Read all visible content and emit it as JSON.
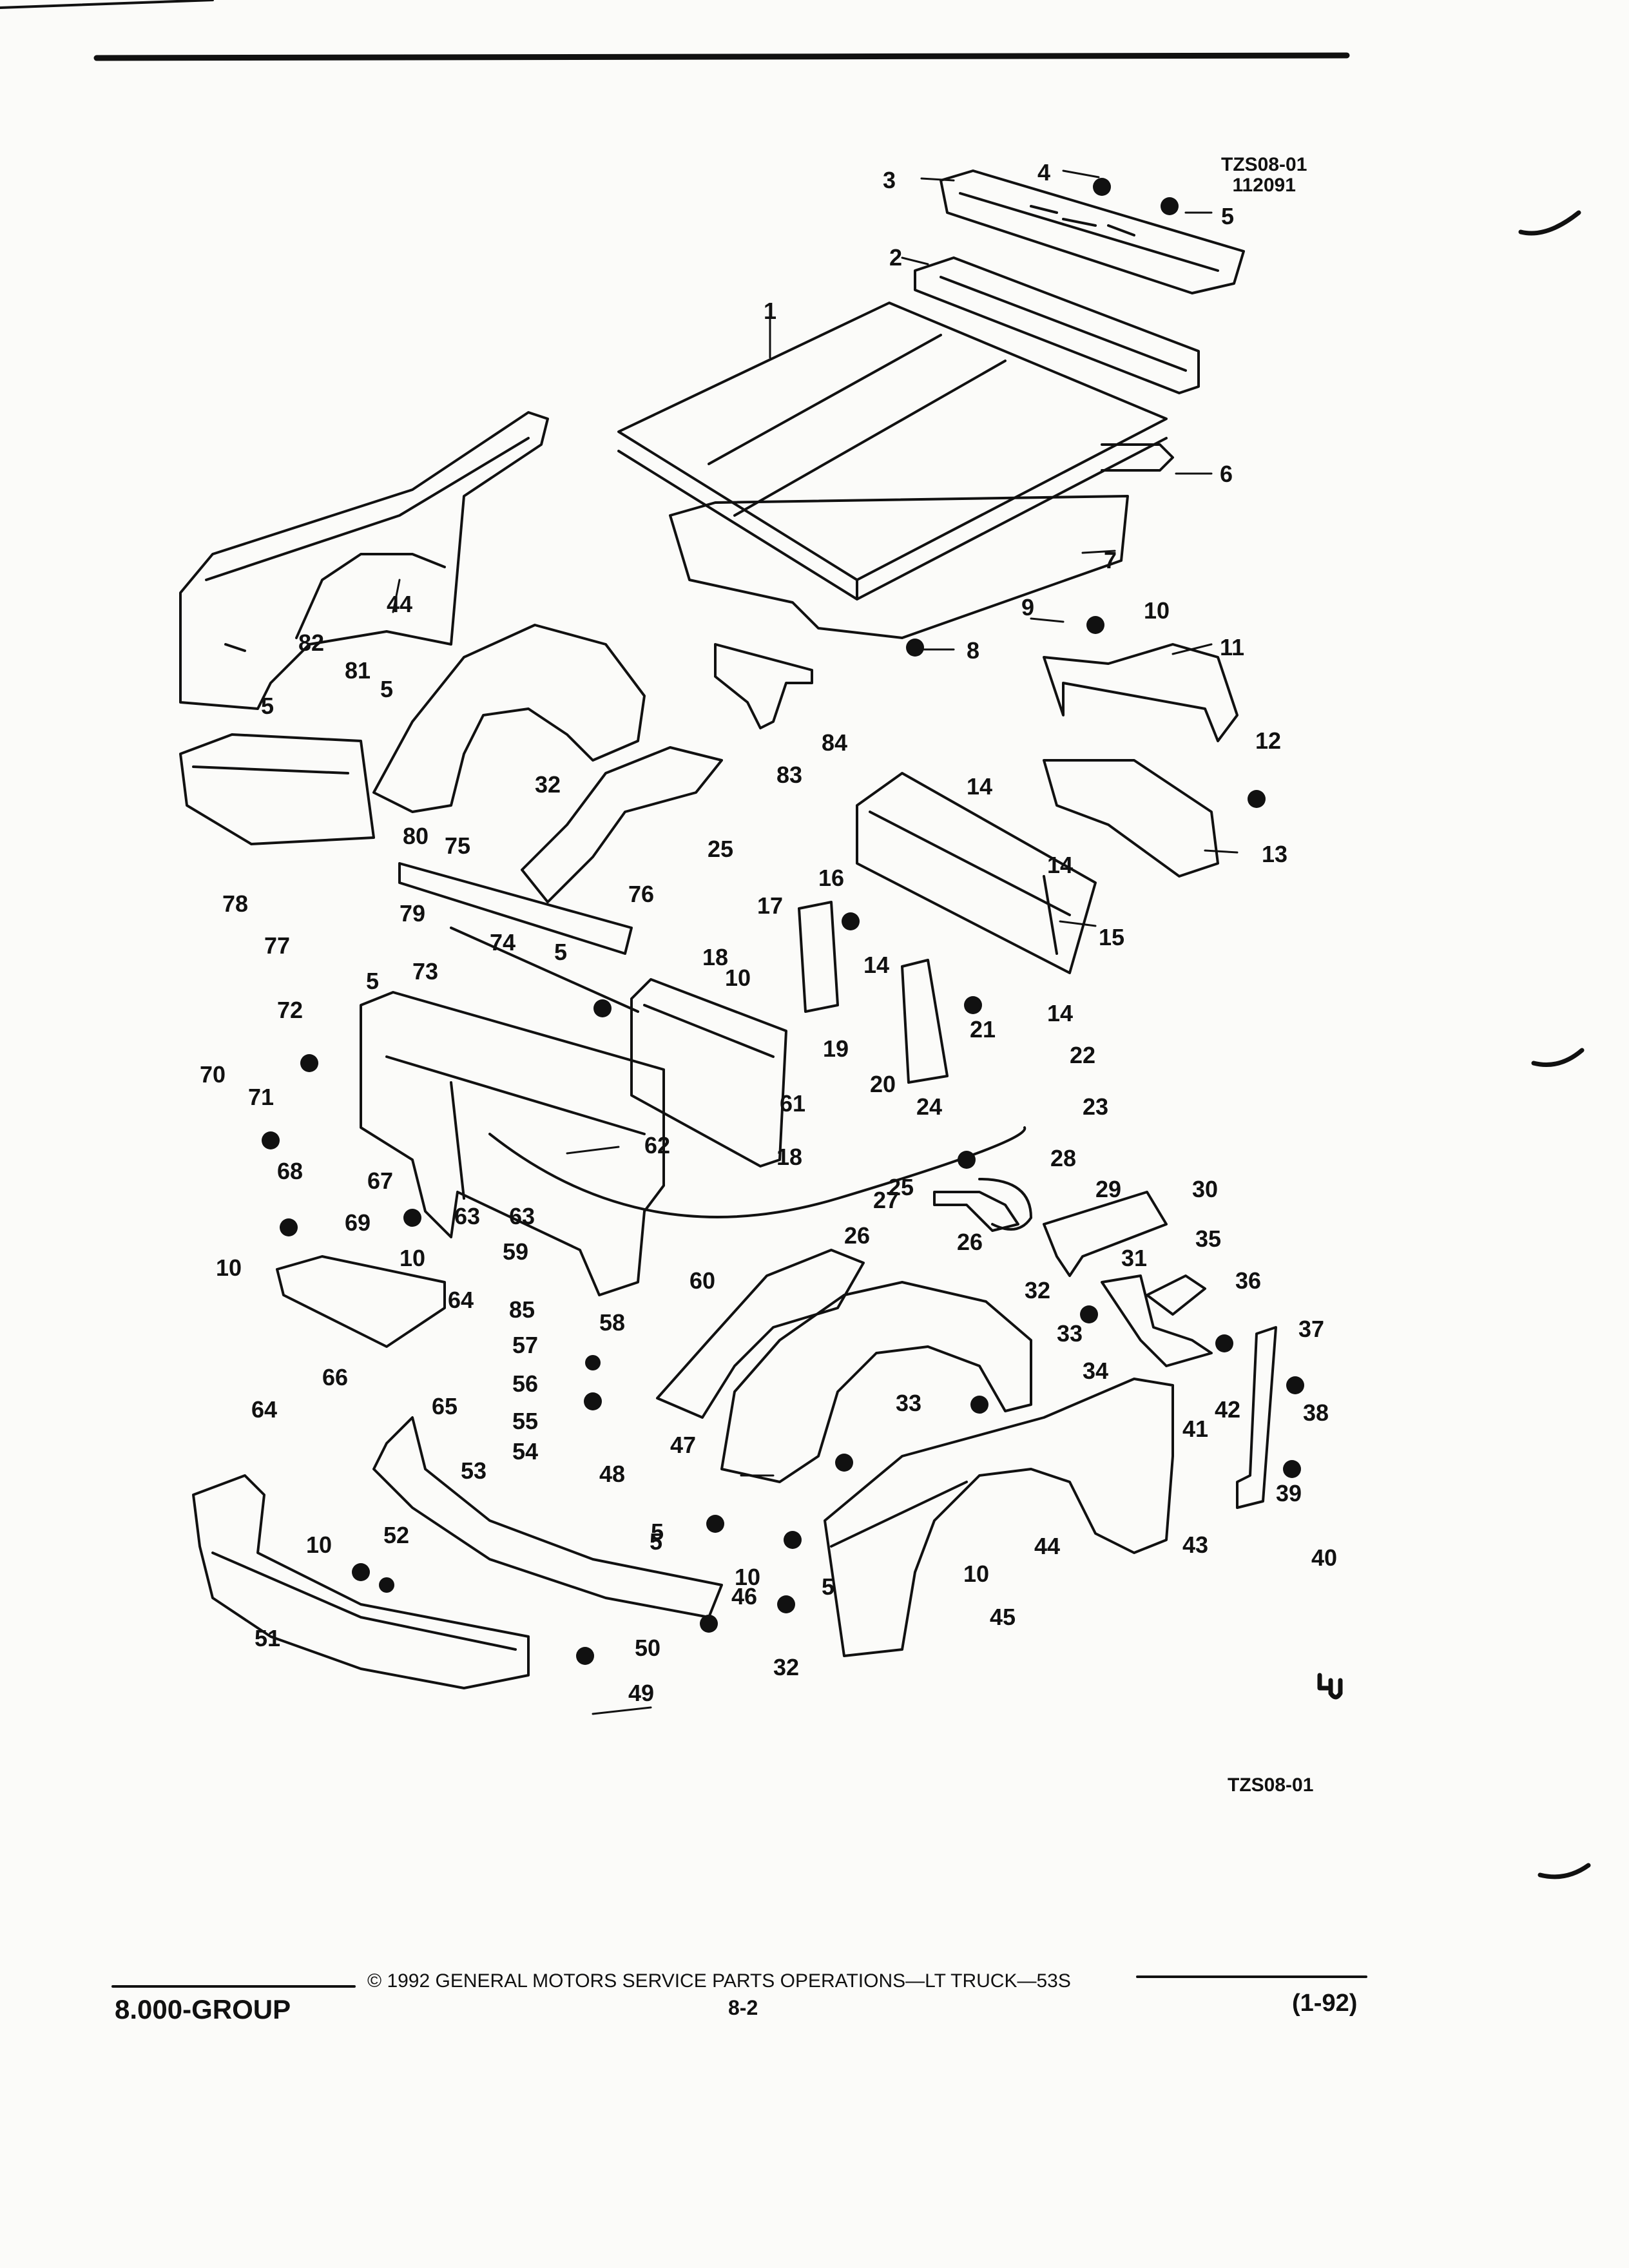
{
  "figure": {
    "code_top": "TZS08-01",
    "date_code": "112091",
    "code_bottom": "TZS08-01"
  },
  "callouts": [
    "1",
    "2",
    "3",
    "4",
    "5",
    "6",
    "7",
    "8",
    "9",
    "10",
    "11",
    "12",
    "13",
    "14",
    "14",
    "14",
    "14",
    "15",
    "16",
    "17",
    "18",
    "18",
    "19",
    "20",
    "21",
    "22",
    "23",
    "24",
    "25",
    "25",
    "26",
    "26",
    "27",
    "28",
    "29",
    "30",
    "31",
    "32",
    "32",
    "32",
    "33",
    "33",
    "34",
    "35",
    "36",
    "37",
    "38",
    "39",
    "40",
    "41",
    "42",
    "43",
    "44",
    "44",
    "45",
    "46",
    "47",
    "48",
    "49",
    "50",
    "51",
    "52",
    "53",
    "54",
    "55",
    "56",
    "57",
    "58",
    "59",
    "60",
    "61",
    "62",
    "63",
    "63",
    "64",
    "64",
    "65",
    "66",
    "67",
    "68",
    "69",
    "70",
    "71",
    "72",
    "73",
    "74",
    "75",
    "76",
    "77",
    "78",
    "79",
    "80",
    "81",
    "82",
    "83",
    "84",
    "85",
    "5",
    "5",
    "5",
    "5",
    "5",
    "5",
    "5",
    "10",
    "10",
    "10",
    "10",
    "10",
    "10"
  ],
  "footer": {
    "copyright": "© 1992  GENERAL MOTORS SERVICE PARTS OPERATIONS—LT TRUCK—53S",
    "group": "8.000-GROUP",
    "page": "8-2",
    "revision": "(1-92)"
  }
}
